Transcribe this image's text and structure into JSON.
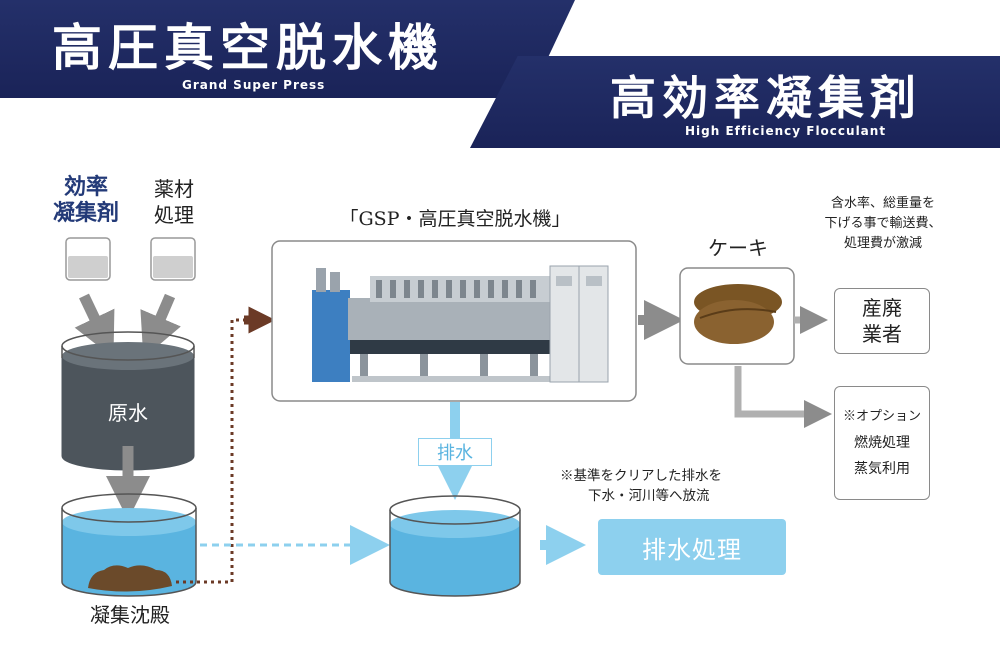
{
  "header": {
    "left_title": "高圧真空脱水機",
    "left_subtitle": "Grand Super Press",
    "cross_symbol": "×",
    "right_title": "高効率凝集剤",
    "right_subtitle": "High Efficiency Flocculant"
  },
  "inputs": {
    "flocculant": [
      "効率",
      "凝集剤"
    ],
    "chemical": [
      "薬材",
      "処理"
    ]
  },
  "tanks": {
    "raw_water": "原水",
    "sediment": "凝集沈殿"
  },
  "machine": {
    "title": "「GSP・高圧真空脱水機」"
  },
  "cake": {
    "label": "ケーキ",
    "note": [
      "含水率、総重量を",
      "下げる事で輸送費、",
      "処理費が激減"
    ]
  },
  "outputs": {
    "industrial_waste": [
      "産廃",
      "業者"
    ],
    "option": [
      "※オプション",
      "燃焼処理",
      "蒸気利用"
    ]
  },
  "drain": {
    "label": "排水",
    "note": [
      "※基準をクリアした排水を",
      "下水・河川等へ放流"
    ],
    "treatment": "排水処理"
  },
  "colors": {
    "navy": "#1a2358",
    "arrow_gray": "#8c8c8c",
    "light_blue": "#8dd0ee",
    "water_blue": "#5ab4e0",
    "tank_dark": "#4d555c",
    "dotted_brown": "#6b3a26"
  }
}
